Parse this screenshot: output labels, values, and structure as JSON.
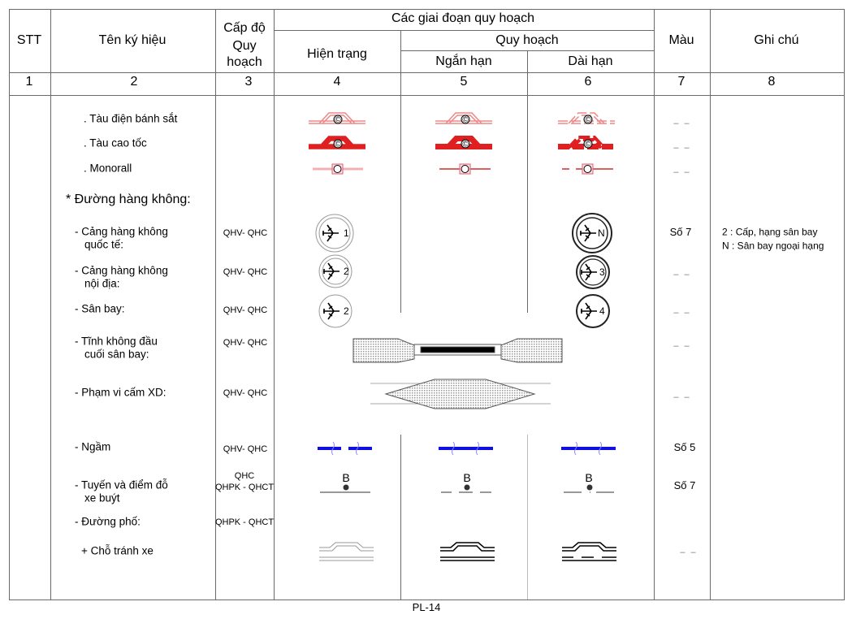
{
  "header": {
    "stt": "STT",
    "ten_ky_hieu": "Tên ký hiệu",
    "cap_do": [
      "Cấp độ",
      "Quy",
      "hoạch"
    ],
    "cac_giai_doan": "Các giai đoạn quy hoạch",
    "quy_hoach": "Quy hoạch",
    "hien_trang": "Hiện trạng",
    "ngan_han": "Ngắn hạn",
    "dai_han": "Dài hạn",
    "mau": "Màu",
    "ghi_chu": "Ghi chú",
    "numbers": [
      "1",
      "2",
      "3",
      "4",
      "5",
      "6",
      "7",
      "8"
    ]
  },
  "rows": {
    "tau_dien": {
      "name": ". Tàu điện bánh sắt",
      "mau": "– –"
    },
    "tau_cao_toc": {
      "name": ". Tàu cao tốc",
      "mau": "– –"
    },
    "monorail": {
      "name": ". Monorall",
      "mau": "– –"
    },
    "duong_hang_khong": "* Đường hàng không:",
    "cang_qt": {
      "name": [
        "- Cảng hàng không",
        "quốc tế:"
      ],
      "cap": "QHV- QHC",
      "mau": "Số 7"
    },
    "cang_nd": {
      "name": [
        "- Cảng hàng không",
        "nội địa:"
      ],
      "cap": "QHV- QHC",
      "mau": "– –"
    },
    "san_bay": {
      "name": "- Sân bay:",
      "cap": "QHV- QHC",
      "mau": "– –"
    },
    "tinh_khong": {
      "name": [
        "- Tĩnh không đầu",
        "cuối sân bay:"
      ],
      "cap": "QHV- QHC",
      "mau": "– –"
    },
    "pham_vi": {
      "name": "- Phạm vi cấm XD:",
      "cap": "QHV- QHC",
      "mau": "– –"
    },
    "ngam": {
      "name": "- Ngầm",
      "cap": "QHV- QHC",
      "mau": "Số 5"
    },
    "xe_buyt": {
      "name": [
        "- Tuyến và điểm đỗ",
        "xe buýt"
      ],
      "cap": [
        "QHC",
        "QHPK - QHCT"
      ],
      "mau": "Số 7"
    },
    "duong_pho": {
      "name": "- Đường phố:",
      "cap": "QHPK - QHCT"
    },
    "cho_tranh": {
      "name": "+ Chỗ tránh xe",
      "mau": "– –"
    }
  },
  "ghi_chu": [
    {
      "key": "2",
      "text": ": Cấp, hạng sân bay"
    },
    {
      "key": "N",
      "text": ": Sân bay ngoại hạng"
    }
  ],
  "symbols": {
    "rail_mark": "©",
    "airport_labels": {
      "cang_qt_ht": "1",
      "cang_nd_ht": "2",
      "san_bay_ht": "2",
      "cang_qt_dh": "N",
      "cang_nd_dh": "3",
      "san_bay_dh": "4"
    },
    "bus": "B"
  },
  "colors": {
    "rail": "#e02020",
    "metro": "#1010e0",
    "line": "#6a6a6a"
  },
  "footer": "PL-14"
}
